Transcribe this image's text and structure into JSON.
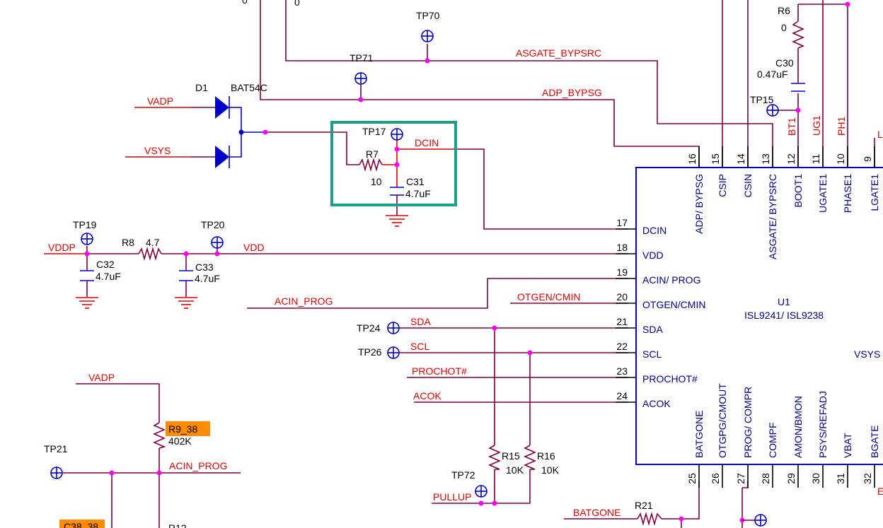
{
  "nets": {
    "asgate_bypsrc": "ASGATE_BYPSRC",
    "adp_bypsg": "ADP_BYPSG",
    "vadp": "VADP",
    "vsys": "VSYS",
    "dcin": "DCIN",
    "vddp": "VDDP",
    "vdd": "VDD",
    "acin_prog": "ACIN_PROG",
    "otgen_cmin": "OTGEN/CMIN",
    "sda": "SDA",
    "scl": "SCL",
    "prochot": "PROCHOT#",
    "acok": "ACOK",
    "pullup": "PULLUP",
    "batgone": "BATGONE",
    "vadp_lower": "VADP",
    "acin_prog_lower": "ACIN_PROG",
    "bt1": "BT1",
    "ug1": "UG1",
    "ph1": "PH1"
  },
  "components": {
    "d1": {
      "ref": "D1",
      "part": "BAT54C"
    },
    "r7": {
      "ref": "R7",
      "value": "10"
    },
    "c31": {
      "ref": "C31",
      "value": "4.7uF"
    },
    "r8": {
      "ref": "R8",
      "value": "4.7"
    },
    "c32": {
      "ref": "C32",
      "value": "4.7uF"
    },
    "c33": {
      "ref": "C33",
      "value": "4.7uF"
    },
    "r6": {
      "ref": "R6",
      "value": "0"
    },
    "c30": {
      "ref": "C30",
      "value": "0.47uF"
    },
    "r9": {
      "ref": "R9_38",
      "value": "402K"
    },
    "r15": {
      "ref": "R15",
      "value": "10K"
    },
    "r16": {
      "ref": "R16",
      "value": "10K"
    },
    "r21": {
      "ref": "R21"
    },
    "r12_partial": "R12",
    "c38_partial": "C38_38",
    "top_zero_a": "0",
    "top_zero_b": "0"
  },
  "testpoints": {
    "tp70": "TP70",
    "tp71": "TP71",
    "tp17": "TP17",
    "tp15": "TP15",
    "tp19": "TP19",
    "tp20": "TP20",
    "tp24": "TP24",
    "tp26": "TP26",
    "tp21": "TP21",
    "tp72": "TP72"
  },
  "ic": {
    "ref": "U1",
    "part": "ISL9241/ ISL9238",
    "vsys_partial": "VSYS",
    "left_pins": [
      {
        "num": "17",
        "name": "DCIN"
      },
      {
        "num": "18",
        "name": "VDD"
      },
      {
        "num": "19",
        "name": "ACIN/ PROG"
      },
      {
        "num": "20",
        "name": "OTGEN/CMIN"
      },
      {
        "num": "21",
        "name": "SDA"
      },
      {
        "num": "22",
        "name": "SCL"
      },
      {
        "num": "23",
        "name": "PROCHOT#"
      },
      {
        "num": "24",
        "name": "ACOK"
      }
    ],
    "top_pins": [
      {
        "num": "16",
        "name": "ADP/ BYPSG"
      },
      {
        "num": "15",
        "name": "CSIP"
      },
      {
        "num": "14",
        "name": "CSIN"
      },
      {
        "num": "13",
        "name": "ASGATE/ BYPSRC"
      },
      {
        "num": "12",
        "name": "BOOT1"
      },
      {
        "num": "11",
        "name": "UGATE1"
      },
      {
        "num": "10",
        "name": "PHASE1"
      },
      {
        "num": "9",
        "name": "LGATE1"
      }
    ],
    "bottom_pins": [
      {
        "num": "25",
        "name": "BATGONE"
      },
      {
        "num": "26",
        "name": "OTGPG/CMOUT"
      },
      {
        "num": "27",
        "name": "PROG/ COMPR"
      },
      {
        "num": "28",
        "name": "COMPF"
      },
      {
        "num": "29",
        "name": "AMON/BMON"
      },
      {
        "num": "30",
        "name": "PSYS/REFADJ"
      },
      {
        "num": "31",
        "name": "VBAT"
      },
      {
        "num": "32",
        "name": "BGATE"
      }
    ]
  },
  "colors": {
    "wire": "#800040",
    "pin": "#e00000",
    "symbol": "#0000c8",
    "junction": "#ff00ff",
    "highlight": "#1aa087",
    "tag": "#ff8c00"
  }
}
